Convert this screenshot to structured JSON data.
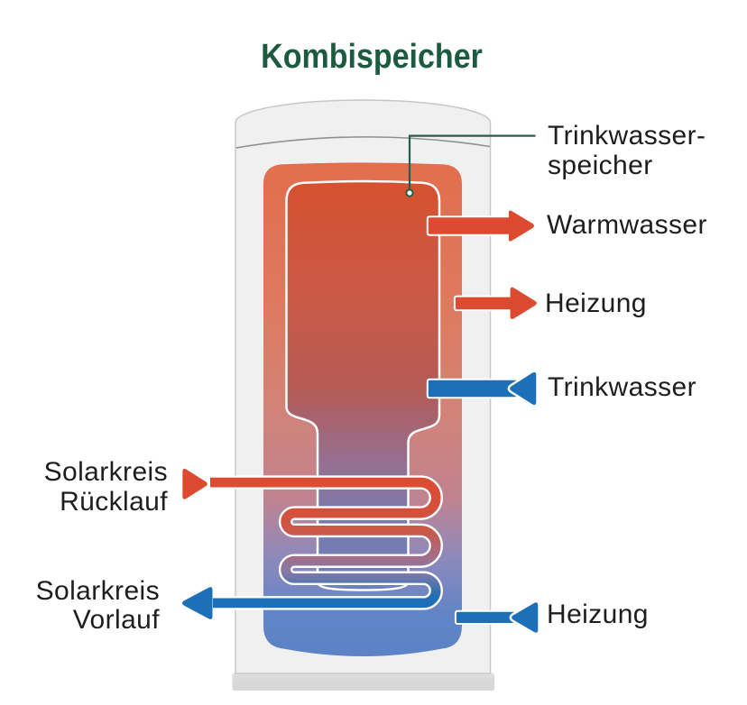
{
  "title": "Kombispeicher",
  "callout": {
    "line1": "Trinkwasser-",
    "line2": "speicher"
  },
  "labels": {
    "warmwasser": "Warmwasser",
    "heizung_top": "Heizung",
    "trinkwasser": "Trinkwasser",
    "heizung_bottom": "Heizung",
    "solar_ruecklauf_line1": "Solarkreis",
    "solar_ruecklauf_line2": "Rücklauf",
    "solar_vorlauf_line1": "Solarkreis",
    "solar_vorlauf_line2": "Vorlauf"
  },
  "colors": {
    "title_green": "#1d5b41",
    "label_text": "#1e1e20",
    "callout_green": "#2b5e4a",
    "hot_red": "#dc4b30",
    "cold_blue": "#1d70b8",
    "tank_shell": "#f0f0f1",
    "tank_outline": "#c7c7c9",
    "tank_seam": "#8f9092",
    "tank_base": "#dadadb",
    "water_hot_top": "#e26e4d",
    "water_cold_bottom": "#5b83c6",
    "vessel_hot_top": "#d6512f",
    "vessel_cold_bottom": "#6c80ba"
  }
}
